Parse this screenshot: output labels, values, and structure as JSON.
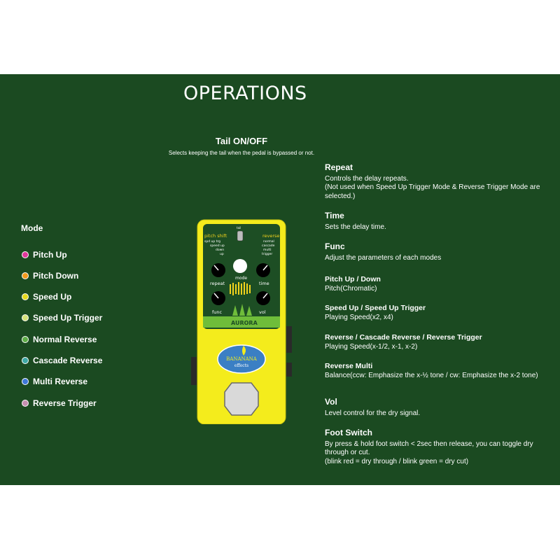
{
  "title": "OPERATIONS",
  "tail": {
    "heading": "Tail ON/OFF",
    "description": "Selects keeping the tail when the pedal is bypassed or not."
  },
  "mode": {
    "heading": "Mode",
    "items": [
      {
        "label": "Pitch Up",
        "color": "#e0379b"
      },
      {
        "label": "Pitch Down",
        "color": "#f29a1e"
      },
      {
        "label": "Speed Up",
        "color": "#e3d81d"
      },
      {
        "label": "Speed Up Trigger",
        "color": "#d6e27a"
      },
      {
        "label": "Normal Reverse",
        "color": "#5fae48"
      },
      {
        "label": "Cascade Reverse",
        "color": "#3fa8a6"
      },
      {
        "label": "Multi Reverse",
        "color": "#3f78d9"
      },
      {
        "label": "Reverse Trigger",
        "color": "#c58fb0"
      }
    ]
  },
  "descriptions": [
    {
      "heading": "Repeat",
      "body": "Controls the delay repeats.\n(Not used when Speed Up Trigger Mode & Reverse Trigger Mode are selected.)"
    },
    {
      "heading": "Time",
      "body": "Sets the delay time."
    },
    {
      "heading": "Func",
      "body": "Adjust the parameters of each modes"
    },
    {
      "heading": "Pitch Up / Down",
      "body": "Pitch(Chromatic)"
    },
    {
      "heading": "Speed Up / Speed Up Trigger",
      "body": "Playing Speed(x2, x4)"
    },
    {
      "heading": "Reverse / Cascade Reverse / Reverse Trigger",
      "body": "Playing Speed(x-1/2, x-1, x-2)"
    },
    {
      "heading": "Reverse Multi",
      "body": "Balance(ccw: Emphasize the x-½ tone / cw: Emphasize the x-2 tone)"
    },
    {
      "heading": "Vol",
      "body": "Level control for the dry signal."
    },
    {
      "heading": "Foot Switch",
      "body": "By press & hold foot switch < 2sec then release, you can toggle dry through or cut.\n(blink red = dry through / blink green = dry cut)"
    }
  ],
  "pedal": {
    "left_group_label": "pitch shift",
    "right_group_label": "reverse",
    "left_modes": [
      "spd up trg",
      "speed up",
      "down",
      "up"
    ],
    "right_modes": [
      "normal",
      "cascade",
      "multi",
      "trigger"
    ],
    "tail_label": "tail",
    "mode_label": "mode",
    "knob_labels": [
      "repeat",
      "time",
      "func",
      "vol"
    ],
    "model_name": "AURORA",
    "logo_text_top": "BANANANA",
    "logo_text_bottom": "effects",
    "colors": {
      "body": "#f4ec1c",
      "panel": "#1d4e24",
      "band": "#6fbd3a"
    }
  }
}
